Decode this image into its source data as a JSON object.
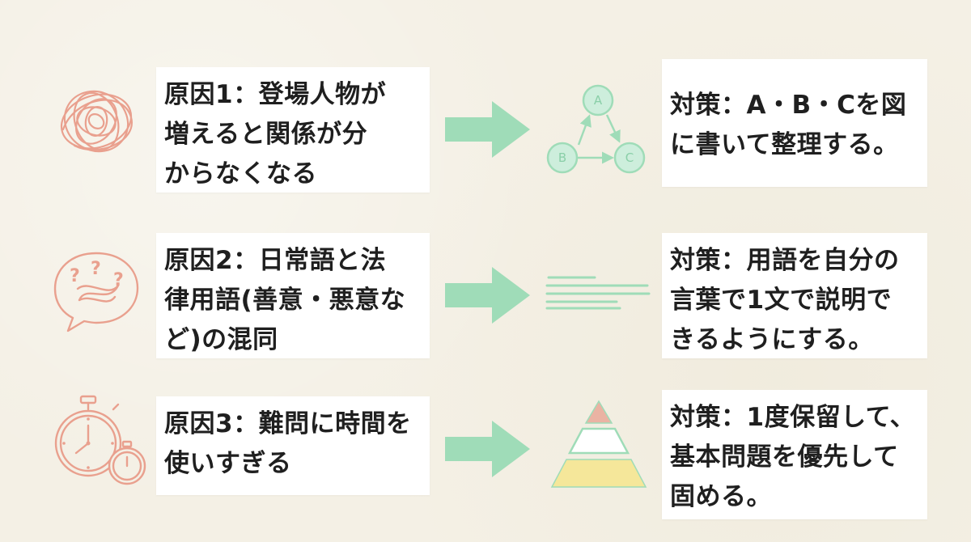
{
  "colors": {
    "background": "#f4f0e5",
    "box": "#ffffff",
    "text": "#1f1f1f",
    "cause_icon": "#e9a08e",
    "arrow": "#9fdcb8",
    "solution_icon": "#9fdcb8",
    "pyramid_top": "#eab3a3",
    "pyramid_bottom": "#f5e79a"
  },
  "rows": [
    {
      "cause_icon": "tangled-scribble-icon",
      "cause_lines": [
        "原因1：登場人物が",
        "増えると関係が分",
        "からなくなる"
      ],
      "solution_icon": "relationship-triangle-icon",
      "nodes": [
        "A",
        "B",
        "C"
      ],
      "solution_lines": [
        "対策：A・B・Cを図",
        "に書いて整理する。"
      ]
    },
    {
      "cause_icon": "confused-speech-bubble-icon",
      "cause_lines": [
        "原因2：日常語と法",
        "律用語(善意・悪意な",
        "ど)の混同"
      ],
      "solution_icon": "text-lines-icon",
      "solution_lines": [
        "対策：用語を自分の",
        "言葉で1文で説明で",
        "きるようにする。"
      ]
    },
    {
      "cause_icon": "stopwatch-icon",
      "cause_lines": [
        "原因3：難問に時間を",
        "使いすぎる"
      ],
      "solution_icon": "priority-pyramid-icon",
      "solution_lines": [
        "対策：1度保留して、",
        "基本問題を優先して",
        "固める。"
      ]
    }
  ]
}
